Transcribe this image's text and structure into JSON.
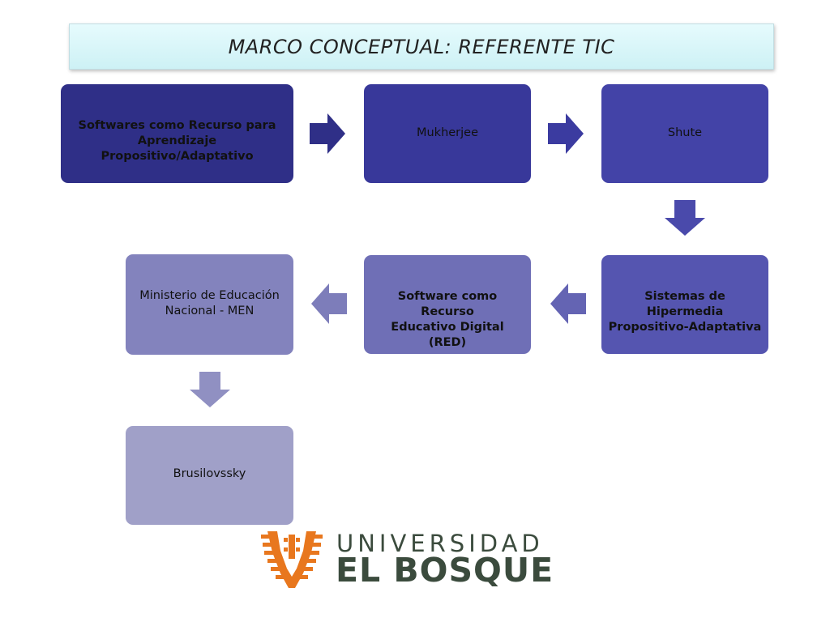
{
  "title": "MARCO CONCEPTUAL: REFERENTE TIC",
  "nodes": [
    {
      "id": "n1",
      "lines": [
        "Softwares como Recurso para",
        "Aprendizaje Propositivo/Adaptativo"
      ],
      "bold": true,
      "color": "#2f2f87"
    },
    {
      "id": "n2",
      "lines": [
        "Mukherjee"
      ],
      "bold": false,
      "color": "#38389a"
    },
    {
      "id": "n3",
      "lines": [
        "Shute"
      ],
      "bold": false,
      "color": "#4343a7"
    },
    {
      "id": "n4",
      "lines": [
        "Sistemas de Hipermedia",
        "Propositivo-Adaptativa"
      ],
      "bold": true,
      "color": "#5555b0"
    },
    {
      "id": "n5",
      "lines": [
        "Software como Recurso",
        "Educativo Digital (RED)"
      ],
      "bold": true,
      "color": "#6f6fb6"
    },
    {
      "id": "n6",
      "lines": [
        "Ministerio de Educación",
        "Nacional - MEN"
      ],
      "bold": false,
      "color": "#8383bd"
    },
    {
      "id": "n7",
      "lines": [
        "Brusilovssky"
      ],
      "bold": false,
      "color": "#a0a0c8"
    }
  ],
  "edges": [
    {
      "from": "n1",
      "to": "n2",
      "direction": "right"
    },
    {
      "from": "n2",
      "to": "n3",
      "direction": "right"
    },
    {
      "from": "n3",
      "to": "n4",
      "direction": "down"
    },
    {
      "from": "n4",
      "to": "n5",
      "direction": "left"
    },
    {
      "from": "n5",
      "to": "n6",
      "direction": "left"
    },
    {
      "from": "n6",
      "to": "n7",
      "direction": "down"
    }
  ],
  "logo": {
    "line1": "UNIVERSIDAD",
    "line2": "EL BOSQUE",
    "text_color": "#3b4b3d",
    "emblem_color": "#e8771e"
  }
}
